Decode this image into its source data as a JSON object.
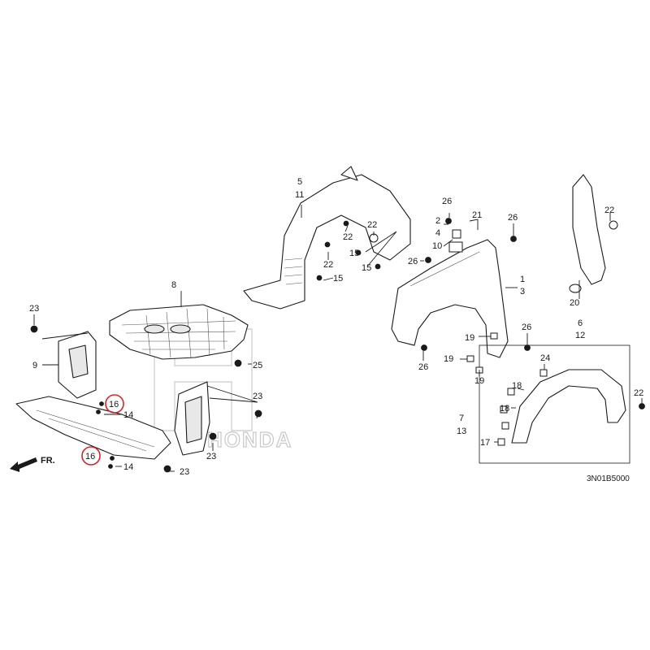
{
  "diagram_code": "3N01B5000",
  "direction_label": "FR.",
  "watermark_text": "HONDA",
  "highlight_color": "#d9232b",
  "line_color": "#1a1a1a",
  "labels": {
    "l1": "1",
    "l2": "2",
    "l3": "3",
    "l4": "4",
    "l5": "5",
    "l6": "6",
    "l7": "7",
    "l8": "8",
    "l9": "9",
    "l10": "10",
    "l11": "11",
    "l12": "12",
    "l13": "13",
    "l14a": "14",
    "l14b": "14",
    "l15a": "15",
    "l15b": "15",
    "l15c": "15",
    "l16a": "16",
    "l16b": "16",
    "l17": "17",
    "l18a": "18",
    "l18b": "18",
    "l19a": "19",
    "l19b": "19",
    "l19c": "19",
    "l20": "20",
    "l21": "21",
    "l22a": "22",
    "l22b": "22",
    "l22c": "22",
    "l22d": "22",
    "l22e": "22",
    "l23a": "23",
    "l23b": "23",
    "l23c": "23",
    "l23d": "23",
    "l24": "24",
    "l25": "25",
    "l26a": "26",
    "l26b": "26",
    "l26c": "26",
    "l26d": "26",
    "l26e": "26"
  }
}
